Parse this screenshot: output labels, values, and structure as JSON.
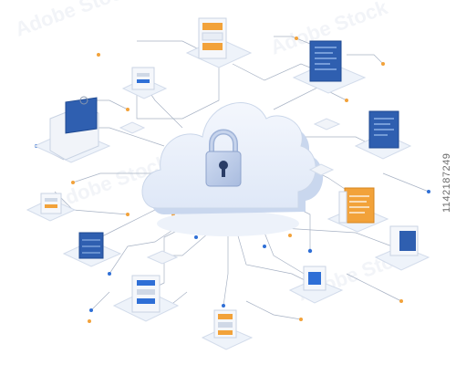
{
  "image": {
    "subject": "isometric-cloud-security-network",
    "watermark": "AdobeStock",
    "stock_id": "1142187249"
  },
  "colors": {
    "background": "#ffffff",
    "cloud_face": "#e9f0fb",
    "cloud_side": "#c9d7ee",
    "lock_body": "#b8c8e6",
    "lock_shackle": "#9fb3d8",
    "keyhole": "#2a3d66",
    "circuit_line": "#9aa7bb",
    "accent_blue": "#2f6fd6",
    "accent_orange": "#f2a23a",
    "screen_blue": "#2f5fb0",
    "platform": "#eef3fa",
    "platform_edge": "#d3dceb"
  },
  "devices": [
    {
      "name": "server-rack-top",
      "icon": "server-rack-icon"
    },
    {
      "name": "monitor-top-right",
      "icon": "monitor-icon"
    },
    {
      "name": "small-box-top-left",
      "icon": "storage-box-icon"
    },
    {
      "name": "desktop-left",
      "icon": "desktop-icon"
    },
    {
      "name": "monitor-right",
      "icon": "monitor-icon"
    },
    {
      "name": "document-orange",
      "icon": "document-icon"
    },
    {
      "name": "server-small-right",
      "icon": "server-icon"
    },
    {
      "name": "box-left",
      "icon": "storage-box-icon"
    },
    {
      "name": "server-left",
      "icon": "server-icon"
    },
    {
      "name": "server-bottom-left",
      "icon": "server-rack-icon"
    },
    {
      "name": "server-bottom-center",
      "icon": "server-rack-icon"
    },
    {
      "name": "box-bottom-right",
      "icon": "storage-box-icon"
    }
  ]
}
